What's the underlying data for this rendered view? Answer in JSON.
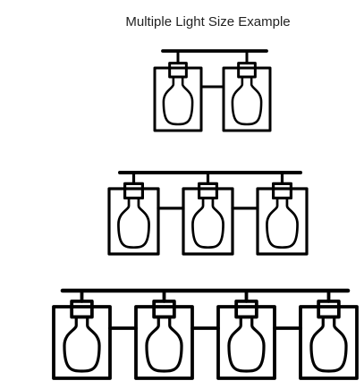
{
  "page": {
    "title": "Multiple Light Size Example"
  },
  "colors": {
    "line": "#000000",
    "background": "#ffffff",
    "title_text": "#222222"
  },
  "fixtures": [
    {
      "lights": 2
    },
    {
      "lights": 3
    },
    {
      "lights": 4
    }
  ]
}
